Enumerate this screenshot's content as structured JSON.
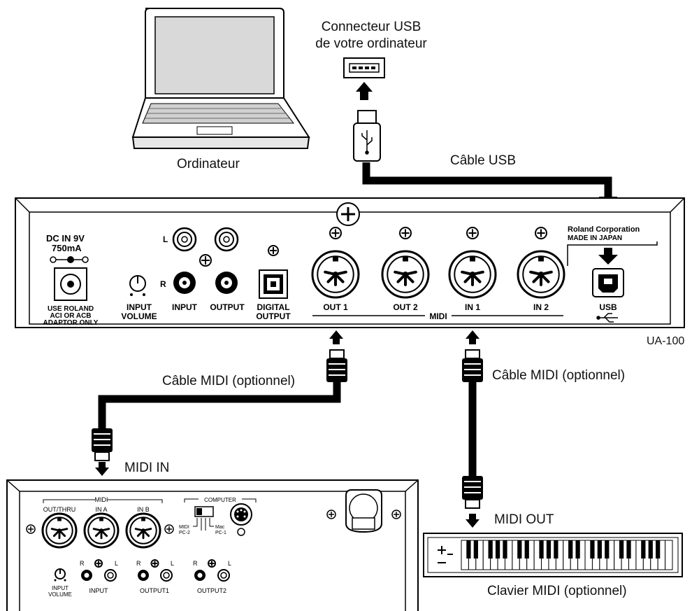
{
  "captions": {
    "usb_port_line1": "Connecteur USB",
    "usb_port_line2": "de votre ordinateur",
    "computer": "Ordinateur",
    "usb_cable": "Câble USB",
    "midi_cable_left": "Câble MIDI (optionnel)",
    "midi_cable_right": "Câble MIDI (optionnel)",
    "midi_in": "MIDI IN",
    "midi_out": "MIDI OUT",
    "keyboard": "Clavier MIDI (optionnel)",
    "model": "UA-100"
  },
  "panel": {
    "dc_in_line1": "DC IN 9V",
    "dc_in_line2": "750mA",
    "adaptor_line1": "USE ROLAND",
    "adaptor_line2": "ACI OR ACB",
    "adaptor_line3": "ADAPTOR ONLY",
    "input_volume_line1": "INPUT",
    "input_volume_line2": "VOLUME",
    "l": "L",
    "r": "R",
    "input": "INPUT",
    "output": "OUTPUT",
    "digital_line1": "DIGITAL",
    "digital_line2": "OUTPUT",
    "ports": [
      "OUT 1",
      "OUT 2",
      "IN 1",
      "IN 2"
    ],
    "midi": "MIDI",
    "roland_line1": "Roland Corporation",
    "roland_line2": "MADE IN JAPAN",
    "usb": "USB"
  },
  "device": {
    "midi": "MIDI",
    "out_thru": "OUT/THRU",
    "in_a": "IN A",
    "in_b": "IN B",
    "computer": "COMPUTER",
    "midi_pc2": "MIDI",
    "pc2": "PC-2",
    "mac": "Mac",
    "pc1": "PC-1",
    "input_volume_line1": "INPUT",
    "input_volume_line2": "VOLUME",
    "r": "R",
    "l": "L",
    "input": "INPUT",
    "output1": "OUTPUT1",
    "output2": "OUTPUT2"
  }
}
